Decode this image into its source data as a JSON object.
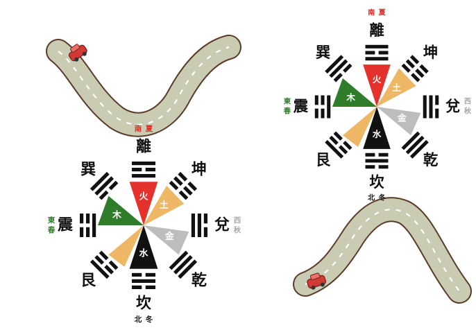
{
  "colors": {
    "road": "#c9cbb3",
    "road_edge": "#5a3a28",
    "car": "#d23b35",
    "fire": "#e5312b",
    "earth": "#eeb766",
    "metal": "#bdbdbd",
    "water": "#111111",
    "wood": "#2f7d2a",
    "south_text": "#e12b25",
    "east_text": "#2f7d2a",
    "west_text": "#a9a9a9",
    "north_text": "#111111"
  },
  "diagrams": [
    {
      "trigrams": {
        "li": "離",
        "kun": "坤",
        "dui": "兌",
        "qian": "乾",
        "kan": "坎",
        "gen": "艮",
        "zhen": "震",
        "xun": "巽"
      },
      "elements": {
        "fire": "火",
        "earth": "土",
        "metal": "金",
        "water": "水",
        "wood": "木"
      },
      "directions": {
        "south": "南",
        "summer": "夏",
        "east": "東",
        "spring": "春",
        "west": "西",
        "autumn": "秋",
        "north": "北",
        "winter": "冬"
      }
    },
    {
      "trigrams": {
        "li": "離",
        "kun": "坤",
        "dui": "兌",
        "qian": "乾",
        "kan": "坎",
        "gen": "艮",
        "zhen": "震",
        "xun": "巽"
      },
      "elements": {
        "fire": "火",
        "earth": "土",
        "metal": "金",
        "water": "水",
        "wood": "木"
      },
      "directions": {
        "south": "南",
        "summer": "夏",
        "east": "東",
        "spring": "春",
        "west": "西",
        "autumn": "秋",
        "north": "北",
        "winter": "冬"
      }
    }
  ],
  "roads": [
    {
      "shape": "valley-u",
      "has_car": true
    },
    {
      "shape": "hill-arch",
      "has_car": true
    }
  ]
}
